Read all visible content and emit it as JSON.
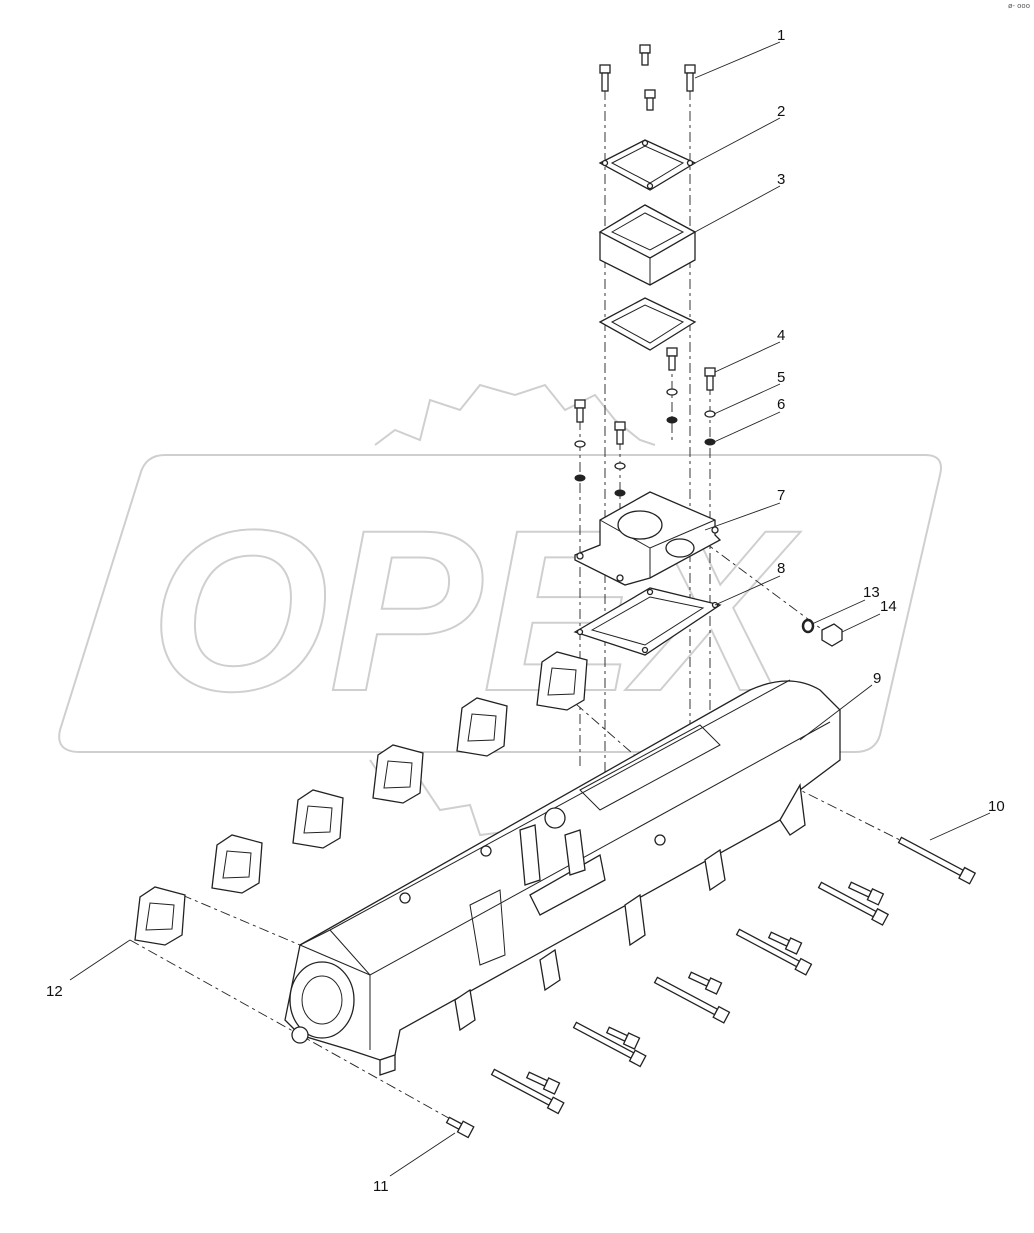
{
  "corner_mark": "ø- ooo",
  "watermark": {
    "text": "OPEX",
    "color": "#cfcfcf"
  },
  "callouts": [
    {
      "id": "1",
      "label": "1"
    },
    {
      "id": "2",
      "label": "2"
    },
    {
      "id": "3",
      "label": "3"
    },
    {
      "id": "4",
      "label": "4"
    },
    {
      "id": "5",
      "label": "5"
    },
    {
      "id": "6",
      "label": "6"
    },
    {
      "id": "7",
      "label": "7"
    },
    {
      "id": "8",
      "label": "8"
    },
    {
      "id": "9",
      "label": "9"
    },
    {
      "id": "10",
      "label": "10"
    },
    {
      "id": "11",
      "label": "11"
    },
    {
      "id": "12",
      "label": "12"
    },
    {
      "id": "13",
      "label": "13"
    },
    {
      "id": "14",
      "label": "14"
    }
  ]
}
